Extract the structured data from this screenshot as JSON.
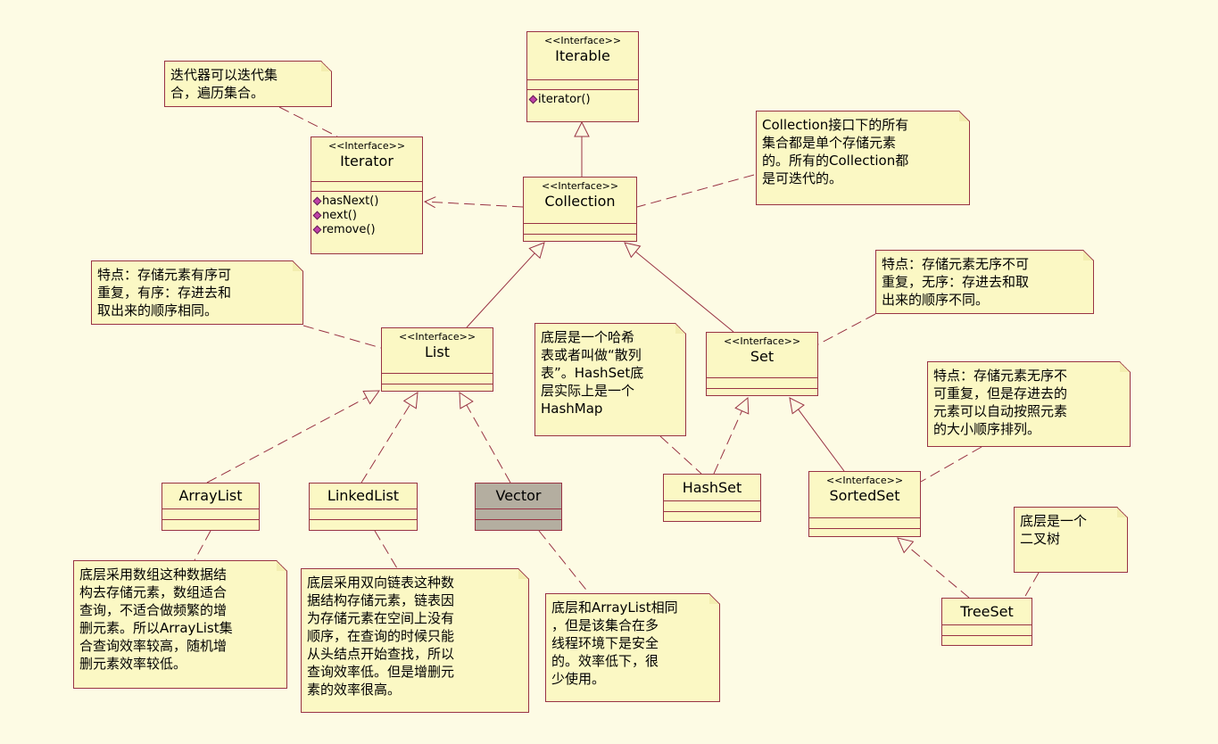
{
  "classes": {
    "iterable": {
      "stereotype": "<<Interface>>",
      "name": "Iterable",
      "ops": [
        "iterator()"
      ]
    },
    "iterator": {
      "stereotype": "<<Interface>>",
      "name": "Iterator",
      "ops": [
        "hasNext()",
        "next()",
        "remove()"
      ]
    },
    "collection": {
      "stereotype": "<<Interface>>",
      "name": "Collection"
    },
    "list": {
      "stereotype": "<<Interface>>",
      "name": "List"
    },
    "set": {
      "stereotype": "<<Interface>>",
      "name": "Set"
    },
    "sortedset": {
      "stereotype": "<<Interface>>",
      "name": "SortedSet"
    },
    "arraylist": {
      "name": "ArrayList"
    },
    "linkedlist": {
      "name": "LinkedList"
    },
    "vector": {
      "name": "Vector"
    },
    "hashset": {
      "name": "HashSet"
    },
    "treeset": {
      "name": "TreeSet"
    }
  },
  "notes": {
    "iterator_note": [
      "迭代器可以迭代集",
      "合，遍历集合。"
    ],
    "collection_note": [
      "Collection接口下的所有",
      "集合都是单个存储元素",
      "的。所有的Collection都",
      "是可迭代的。"
    ],
    "list_note": [
      "特点：存储元素有序可",
      "重复，有序：存进去和",
      "取出来的顺序相同。"
    ],
    "set_note": [
      "特点：存储元素无序不可",
      "重复，无序：存进去和取",
      "出来的顺序不同。"
    ],
    "hashset_note": [
      "底层是一个哈希",
      "表或者叫做“散列",
      "表”。HashSet底",
      "层实际上是一个",
      "HashMap"
    ],
    "sortedset_note": [
      "特点：存储元素无序不",
      "可重复，但是存进去的",
      "元素可以自动按照元素",
      "的大小顺序排列。"
    ],
    "treeset_note": [
      "底层是一个",
      "二叉树"
    ],
    "arraylist_note": [
      "底层采用数组这种数据结",
      "构去存储元素，数组适合",
      "查询，不适合做频繁的增",
      "删元素。所以ArrayList集",
      "合查询效率较高，随机增",
      "删元素效率较低。"
    ],
    "linkedlist_note": [
      "底层采用双向链表这种数",
      "据结构存储元素，链表因",
      "为存储元素在空间上没有",
      "顺序，在查询的时候只能",
      "从头结点开始查找，所以",
      "查询效率低。但是增删元",
      "素的效率很高。"
    ],
    "vector_note": [
      "底层和ArrayList相同",
      "，但是该集合在多",
      "线程环境下是安全",
      "的。效率低下，很",
      "少使用。"
    ]
  }
}
